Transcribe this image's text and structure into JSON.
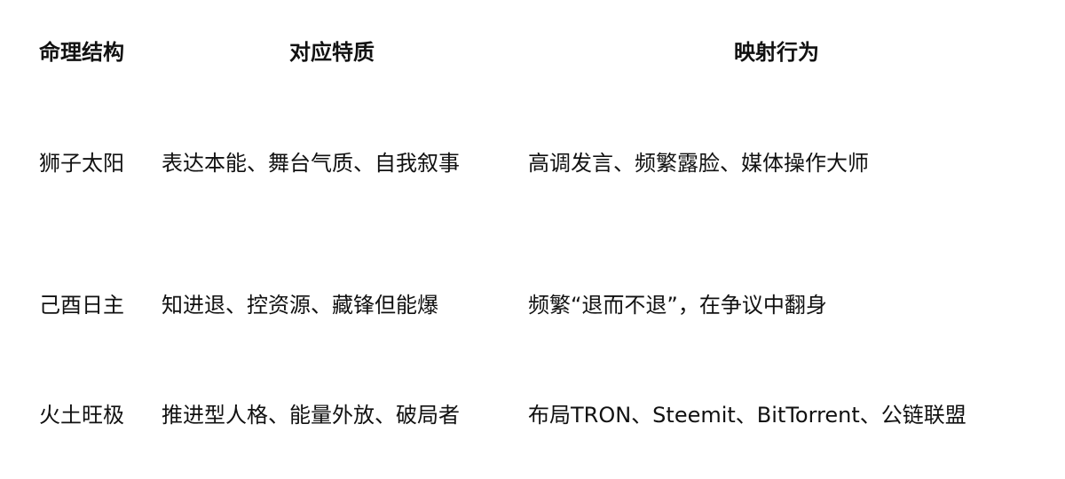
{
  "table": {
    "headers": [
      "命理结构",
      "对应特质",
      "映射行为"
    ],
    "rows": [
      {
        "structure": "狮子太阳",
        "trait": "表达本能、舞台气质、自我叙事",
        "behavior": "高调发言、频繁露脸、媒体操作大师"
      },
      {
        "structure": "己酉日主",
        "trait": "知进退、控资源、藏锋但能爆",
        "behavior": "频繁“退而不退”，在争议中翻身"
      },
      {
        "structure": "火土旺极",
        "trait": "推进型人格、能量外放、破局者",
        "behavior": "布局TRON、Steemit、BitTorrent、公链联盟"
      }
    ]
  }
}
